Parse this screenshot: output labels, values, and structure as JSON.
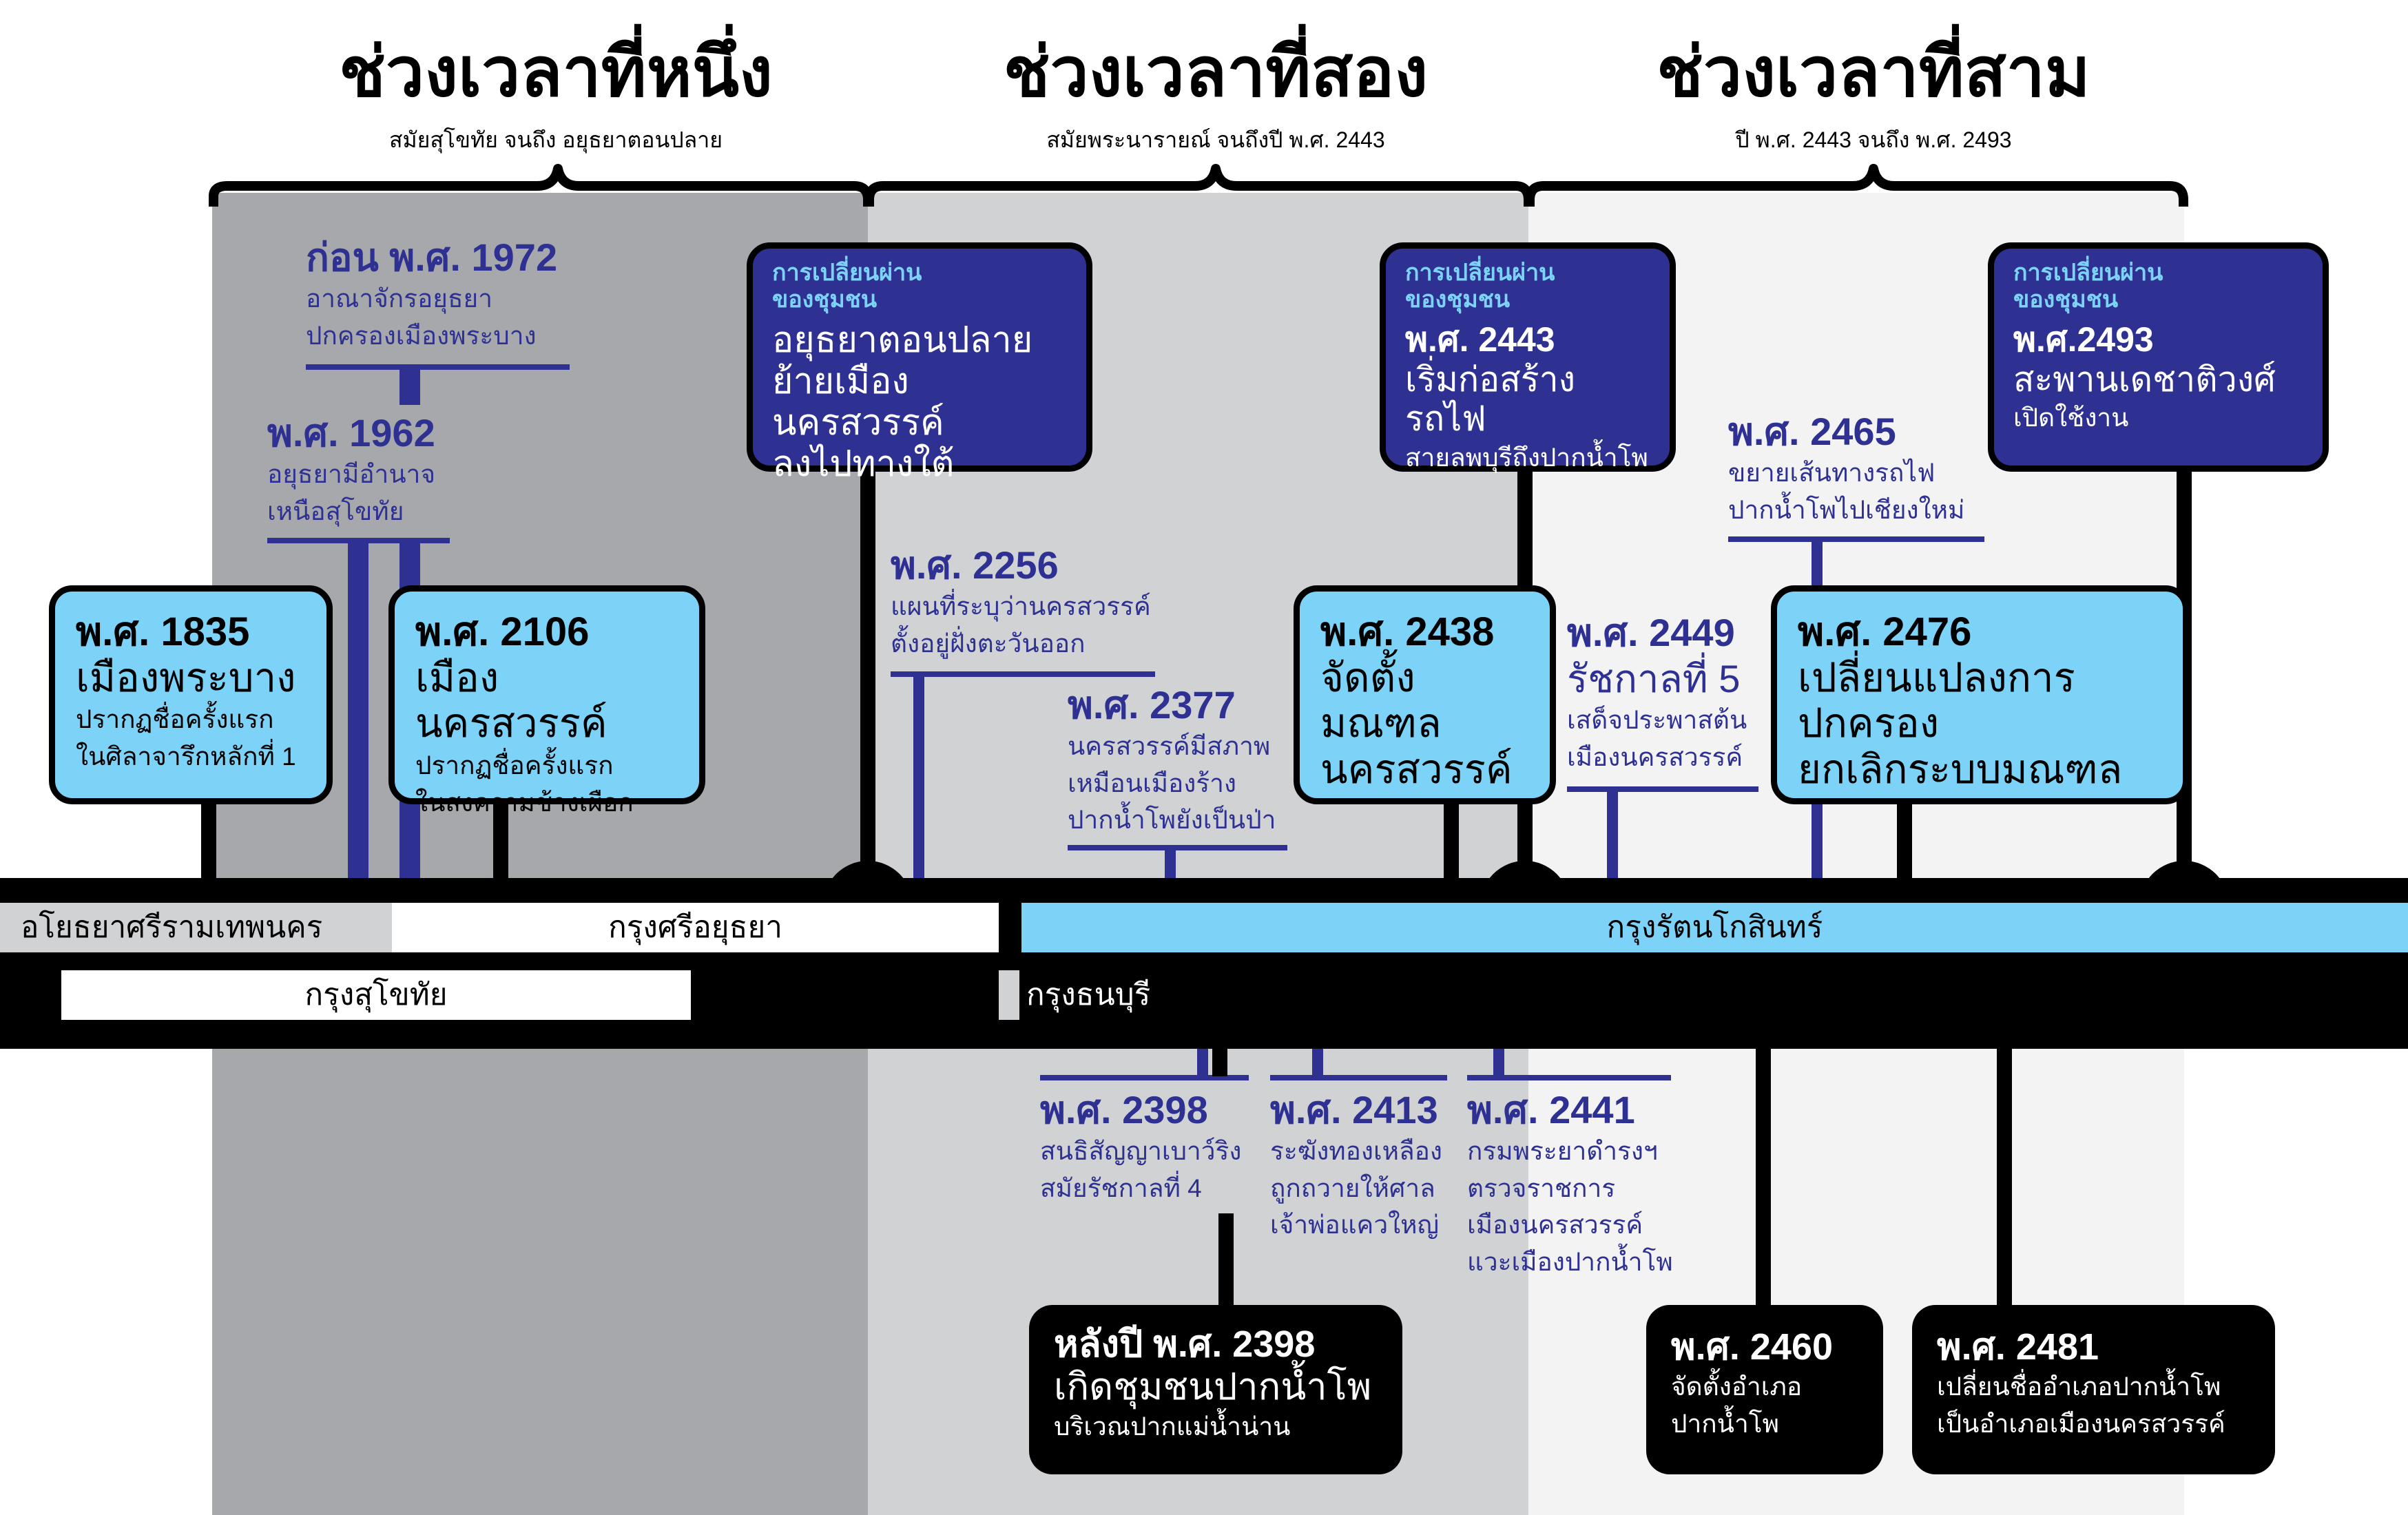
{
  "periods": [
    {
      "title": "ช่วงเวลาที่หนึ่ง",
      "subtitle": "สมัยสุโขทัย จนถึง อยุธยาตอนปลาย"
    },
    {
      "title": "ช่วงเวลาที่สอง",
      "subtitle": "สมัยพระนารายณ์ จนถึงปี พ.ศ. 2443"
    },
    {
      "title": "ช่วงเวลาที่สาม",
      "subtitle": "ปี พ.ศ. 2443 จนถึง พ.ศ. 2493"
    }
  ],
  "eras": {
    "ayodhya": "อโยธยาศรีรามเทพนคร",
    "ayutthaya": "กรุงศรีอยุธยา",
    "rattanakosin": "กรุงรัตนโกสินทร์",
    "sukhothai": "กรุงสุโขทัย",
    "thonburi": "กรุงธนบุรี"
  },
  "transition_label": "การเปลี่ยนผ่าน ของชุมชน",
  "notes_above": [
    {
      "year": "ก่อน พ.ศ. 1972",
      "lines": [
        "อาณาจักรอยุธยา",
        "ปกครองเมืองพระบาง"
      ]
    },
    {
      "year": "พ.ศ. 1962",
      "lines": [
        "อยุธยามีอำนาจ",
        "เหนือสุโขทัย"
      ]
    },
    {
      "year": "พ.ศ. 2256",
      "lines": [
        "แผนที่ระบุว่านครสวรรค์",
        "ตั้งอยู่ฝั่งตะวันออก"
      ]
    },
    {
      "year": "พ.ศ. 2377",
      "lines": [
        "นครสวรรค์มีสภาพ",
        "เหมือนเมืองร้าง",
        "ปากน้ำโพยังเป็นป่า"
      ]
    },
    {
      "year": "พ.ศ. 2449",
      "title": "รัชกาลที่ 5",
      "lines": [
        "เสด็จประพาสต้น",
        "เมืองนครสวรรค์"
      ]
    },
    {
      "year": "พ.ศ. 2465",
      "lines": [
        "ขยายเส้นทางรถไฟ",
        "ปากน้ำโพไปเชียงใหม่"
      ]
    }
  ],
  "light_boxes": [
    {
      "year": "พ.ศ. 1835",
      "title": "เมืองพระบาง",
      "lines": [
        "ปรากฏชื่อครั้งแรก",
        "ในศิลาจารึกหลักที่ 1"
      ]
    },
    {
      "year": "พ.ศ. 2106",
      "title": "เมืองนครสวรรค์",
      "lines": [
        "ปรากฏชื่อครั้งแรก",
        "ในสงครามช้างเผือก"
      ]
    },
    {
      "year": "พ.ศ. 2438",
      "title": "จัดตั้งมณฑล",
      "title2": "นครสวรรค์"
    },
    {
      "year": "พ.ศ. 2476",
      "title": "เปลี่ยนแปลงการปกครอง",
      "title2": "ยกเลิกระบบมณฑล"
    }
  ],
  "dark_boxes": [
    {
      "label": "การเปลี่ยนผ่าน",
      "label2": "ของชุมชน",
      "lines": [
        "อยุธยาตอนปลาย",
        "ย้ายเมืองนครสวรรค์",
        "ลงไปทางใต้"
      ]
    },
    {
      "label": "การเปลี่ยนผ่าน",
      "label2": "ของชุมชน",
      "year": "พ.ศ. 2443",
      "title": "เริ่มก่อสร้างรถไฟ",
      "sub": "สายลพบุรีถึงปากน้ำโพ"
    },
    {
      "label": "การเปลี่ยนผ่าน",
      "label2": "ของชุมชน",
      "year": "พ.ศ.2493",
      "title": "สะพานเดชาติวงศ์",
      "sub": "เปิดใช้งาน"
    }
  ],
  "notes_below": [
    {
      "year": "พ.ศ. 2398",
      "lines": [
        "สนธิสัญญาเบาว์ริง",
        "สมัยรัชกาลที่ 4"
      ]
    },
    {
      "year": "พ.ศ. 2413",
      "lines": [
        "ระฆังทองเหลือง",
        "ถูกถวายให้ศาล",
        "เจ้าพ่อแควใหญ่"
      ]
    },
    {
      "year": "พ.ศ. 2441",
      "lines": [
        "กรมพระยาดำรงฯ",
        "ตรวจราชการ",
        "เมืองนครสวรรค์",
        "แวะเมืองปากน้ำโพ"
      ]
    }
  ],
  "black_boxes": [
    {
      "year": "หลังปี พ.ศ. 2398",
      "title": "เกิดชุมชนปากน้ำโพ",
      "lines": [
        "บริเวณปากแม่น้ำน่าน"
      ]
    },
    {
      "year": "พ.ศ. 2460",
      "lines": [
        "จัดตั้งอำเภอ",
        "ปากน้ำโพ"
      ]
    },
    {
      "year": "พ.ศ. 2481",
      "lines": [
        "เปลี่ยนชื่ออำเภอปากน้ำโพ",
        "เป็นอำเภอเมืองนครสวรรค์"
      ]
    }
  ]
}
